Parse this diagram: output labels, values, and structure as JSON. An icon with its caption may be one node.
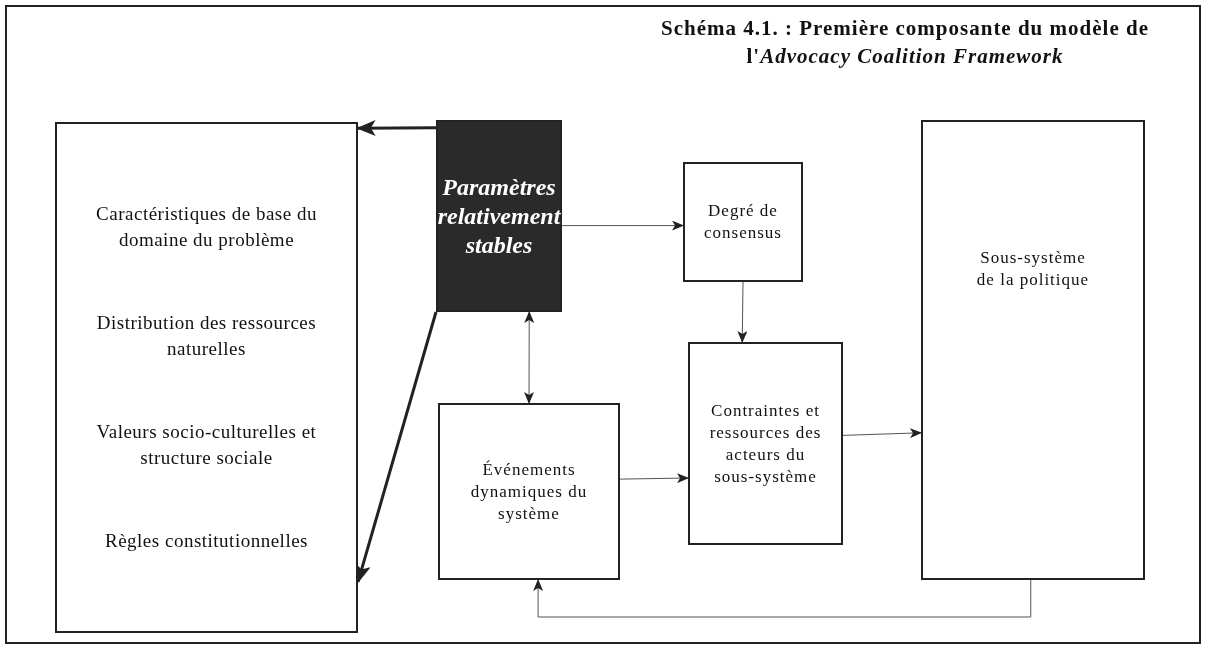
{
  "diagram": {
    "title": "Schéma 4.1. : Première composante du modèle de l'*Advocacy Coalition Framework*",
    "nodes": [
      {
        "text": [
          "Caractéristiques de base du domaine du problème",
          "Distribution des ressources naturelles",
          "Valeurs socio-culturelles et structure sociale",
          "Règles constitutionnelles"
        ]
      },
      {
        "text": [
          "Paramètres relativement stables"
        ]
      },
      {
        "text": [
          "Degré de consensus"
        ]
      },
      {
        "text": [
          "Événements dynamiques du système"
        ]
      },
      {
        "text": [
          "Contraintes et ressources des acteurs du sous-système"
        ]
      },
      {
        "text": [
          "Sous-système de la politique"
        ]
      }
    ],
    "edges": [
      {
        "from": 1,
        "to": 0,
        "arrow": "to",
        "style": "thick"
      },
      {
        "from": 1,
        "to": 0,
        "arrow": "to",
        "style": "thick"
      },
      {
        "from": 1,
        "to": 2,
        "arrow": "to"
      },
      {
        "from": 2,
        "to": 4,
        "arrow": "to"
      },
      {
        "from": 1,
        "to": 3,
        "arrow": "both"
      },
      {
        "from": 3,
        "to": 4,
        "arrow": "to"
      },
      {
        "from": 4,
        "to": 5,
        "arrow": "to"
      },
      {
        "from": 5,
        "to": 3,
        "arrow": "to"
      }
    ]
  }
}
